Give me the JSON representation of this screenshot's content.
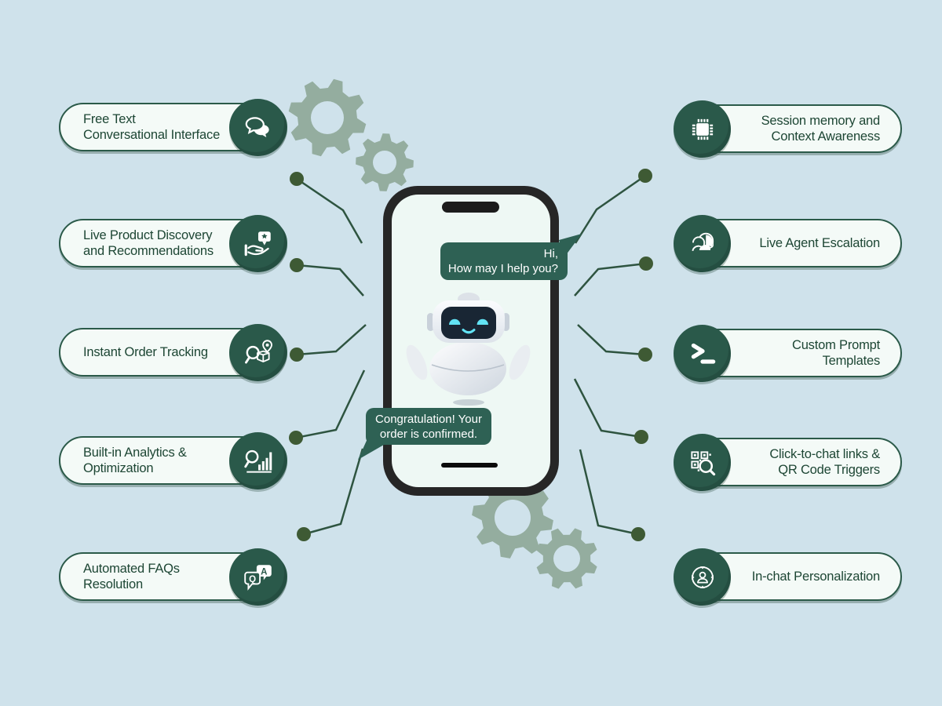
{
  "colors": {
    "background": "#cfe2eb",
    "pill_fill": "#f4faf7",
    "pill_border": "#2b5a49",
    "icon_circle": "#2a594a",
    "text_green": "#1d4634",
    "bubble_green": "#2e6154",
    "connector_line": "#2e5440",
    "connector_dot": "#3e5a34",
    "gear_sage": "#94ad9f",
    "phone_frame": "#262626",
    "screen": "#eef8f4",
    "robot_face": "#192634",
    "robot_eyes": "#62e3f4"
  },
  "features": {
    "left": [
      {
        "icon": "chat-bubbles-icon",
        "lines": [
          "Free Text",
          "Conversational Interface"
        ]
      },
      {
        "icon": "product-recommendation-icon",
        "lines": [
          "Live Product Discovery",
          "and Recommendations"
        ]
      },
      {
        "icon": "order-tracking-icon",
        "lines": [
          "Instant Order Tracking"
        ]
      },
      {
        "icon": "analytics-icon",
        "lines": [
          "Built-in Analytics &",
          "Optimization"
        ]
      },
      {
        "icon": "faq-icon",
        "lines": [
          "Automated FAQs",
          "Resolution"
        ]
      }
    ],
    "right": [
      {
        "icon": "chip-icon",
        "lines": [
          "Session memory and",
          "Context Awareness"
        ]
      },
      {
        "icon": "live-agent-icon",
        "lines": [
          "Live Agent Escalation"
        ]
      },
      {
        "icon": "terminal-icon",
        "lines": [
          "Custom Prompt",
          "Templates"
        ]
      },
      {
        "icon": "qr-code-icon",
        "lines": [
          "Click-to-chat links &",
          "QR Code Triggers"
        ]
      },
      {
        "icon": "personalization-icon",
        "lines": [
          "In-chat Personalization"
        ]
      }
    ]
  },
  "icon_letters": {
    "faq_q": "Q",
    "faq_a": "A"
  },
  "phone": {
    "messages": [
      {
        "from": "bot",
        "lines": [
          "Hi,",
          "How may I help you?"
        ]
      },
      {
        "from": "bot",
        "lines": [
          "Congratulation! Your",
          "order is confirmed."
        ]
      }
    ]
  }
}
